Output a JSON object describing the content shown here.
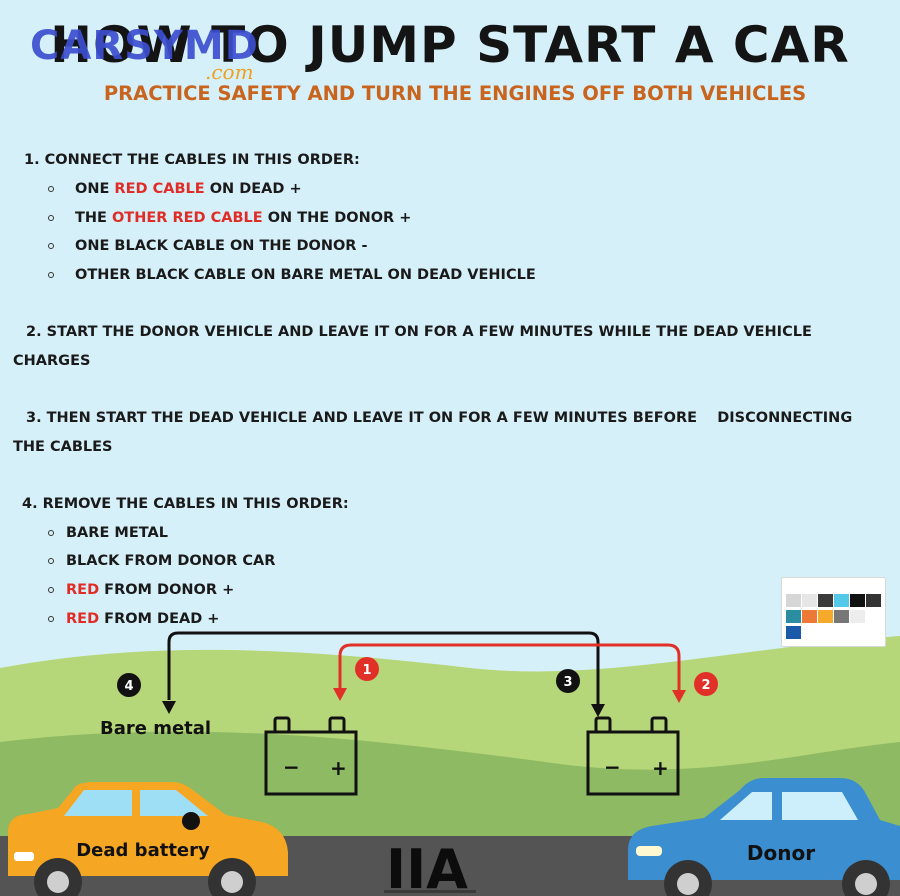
{
  "logo": {
    "name": "CARSYMD",
    "suffix": ".com"
  },
  "title": "HOW TO JUMP START A CAR",
  "subtitle": "PRACTICE SAFETY AND TURN THE ENGINES OFF BOTH VEHICLES",
  "step1": {
    "heading": "1. CONNECT THE CABLES IN THIS ORDER:",
    "items": [
      {
        "pre": "ONE ",
        "hl": "RED CABLE",
        "post": " ON DEAD +"
      },
      {
        "pre": "THE ",
        "hl": "OTHER RED CABLE",
        "post": " ON THE DONOR +"
      },
      {
        "pre": "ONE BLACK CABLE ON THE DONOR -",
        "hl": "",
        "post": ""
      },
      {
        "pre": "OTHER BLACK CABLE ON BARE METAL ON DEAD VEHICLE",
        "hl": "",
        "post": ""
      }
    ]
  },
  "step2": {
    "line1": "2. START THE DONOR VEHICLE AND LEAVE IT ON FOR A FEW MINUTES WHILE THE DEAD VEHICLE",
    "line2": "CHARGES"
  },
  "step3": {
    "line1": "3. THEN START THE DEAD VEHICLE AND LEAVE IT ON FOR A FEW MINUTES BEFORE    DISCONNECTING",
    "line2": "THE CABLES"
  },
  "step4": {
    "heading": "4. REMOVE THE CABLES IN THIS ORDER:",
    "items": [
      {
        "pre": "BARE METAL",
        "hl": "",
        "post": ""
      },
      {
        "pre": "BLACK FROM DONOR CAR",
        "hl": "",
        "post": ""
      },
      {
        "pre": "",
        "hl": "RED",
        "post": " FROM DONOR +"
      },
      {
        "pre": "",
        "hl": "RED",
        "post": " FROM DEAD +"
      }
    ]
  },
  "diagram": {
    "badges": [
      "4",
      "1",
      "3",
      "2"
    ],
    "bare_metal_label": "Bare metal",
    "minus_sign": "−",
    "plus_sign": "+",
    "dead_car_label": "Dead battery",
    "donor_car_label": "Donor",
    "brand_mark": "IIA"
  },
  "colors": {
    "background": "#d6f0f9",
    "accent_orange": "#c8641e",
    "highlight_red": "#e02c26",
    "dead_car": "#f5a623",
    "donor_car": "#3b8ed0",
    "road": "#545454",
    "hill_light": "#b6d67a",
    "hill_dark": "#8dba62",
    "palette_swatches": [
      "#d6d6d6",
      "#e6e6e6",
      "#3a3a3a",
      "#54c8e8",
      "#111111",
      "#333333",
      "#2a8ea0",
      "#ec7a36",
      "#f6aa2c",
      "#777777",
      "#ededed",
      "#1a5aa8"
    ]
  }
}
